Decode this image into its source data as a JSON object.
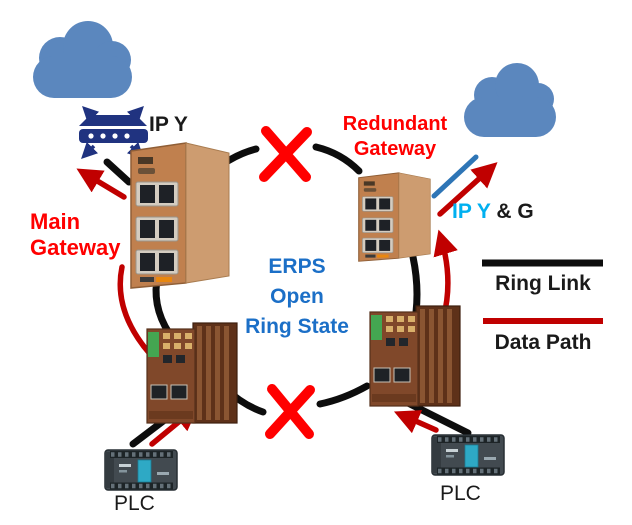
{
  "labels": {
    "router_ip": "IP Y",
    "main_gateway_line1": "Main",
    "main_gateway_line2": "Gateway",
    "redundant_gateway_line1": "Redundant",
    "redundant_gateway_line2": "Gateway",
    "uplink_ip": "IP Y",
    "uplink_suffix": " & G",
    "center_line1": "ERPS",
    "center_line2": "Open",
    "center_line3": "Ring State",
    "plc_left": "PLC",
    "plc_right": "PLC"
  },
  "legend": {
    "items": [
      {
        "label": "Ring Link",
        "color": "#0D0D0D"
      },
      {
        "label": "Data Path",
        "color": "#C00000"
      }
    ]
  },
  "colors": {
    "ring_link": "#0D0D0D",
    "data_path": "#C00000",
    "ring_break_x": "#FF0000",
    "gateway_text": "#FF0000",
    "erps_text": "#1B6FC7",
    "uplink_ip_cyan": "#00B0F0",
    "uplink_blue_line": "#2E75B6",
    "cloud_fill": "#5B87BE",
    "router_icon": "#203380"
  }
}
